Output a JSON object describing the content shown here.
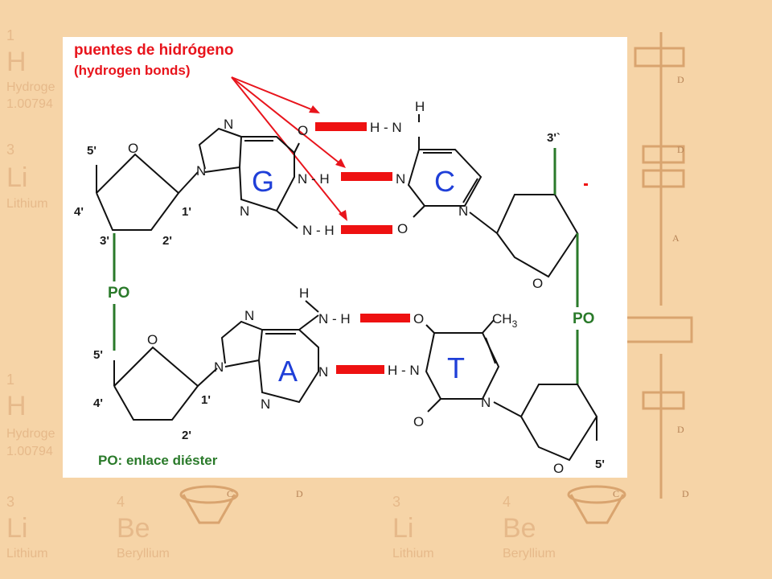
{
  "background": {
    "tiles": [
      {
        "number": "1",
        "symbol": "H",
        "name": "Hydroge",
        "mass": "1.00794"
      },
      {
        "number": "3",
        "symbol": "Li",
        "name": "Lithium"
      },
      {
        "number": "1",
        "symbol": "H",
        "name": "Hydroge",
        "mass": "1.00794"
      },
      {
        "number": "3",
        "symbol": "Li",
        "name": "Lithium"
      },
      {
        "number": "4",
        "symbol": "Be",
        "name": "Beryllium"
      },
      {
        "number": "3",
        "symbol": "Li",
        "name": "Lithium"
      },
      {
        "number": "4",
        "symbol": "Be",
        "name": "Beryllium"
      }
    ],
    "apparatus_letters": [
      "D",
      "D",
      "A",
      "D",
      "C",
      "D",
      "C",
      "D"
    ]
  },
  "diagram": {
    "title": "puentes de hidrógeno",
    "subtitle": "(hydrogen bonds)",
    "bases": {
      "g": "G",
      "c": "C",
      "a": "A",
      "t": "T"
    },
    "atoms": {
      "o": "O",
      "n": "N",
      "h": "H",
      "nh": "N - H",
      "hn": "H - N",
      "ch3": "CH",
      "ch3_sub": "3"
    },
    "primes": {
      "p5": "5'",
      "p4": "4'",
      "p3": "3'",
      "p2": "2'",
      "p1": "1'",
      "p3b": "3'`"
    },
    "po": "PO",
    "legend": "PO: enlace diéster"
  },
  "colors": {
    "hydrogen_bond": "#ee1111",
    "base_letter": "#1f3fd8",
    "backbone": "#2a7a2a",
    "title": "#e8141c"
  }
}
